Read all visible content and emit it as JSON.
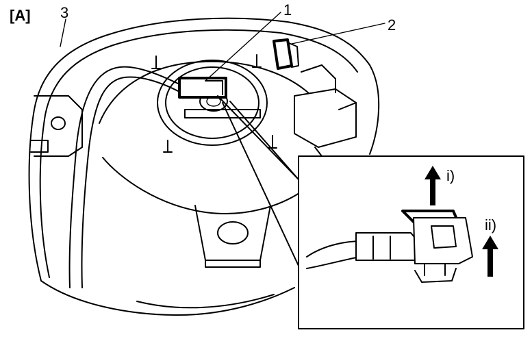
{
  "figure_label": "[A]",
  "callouts": {
    "one": "1",
    "two": "2",
    "three": "3"
  },
  "inset": {
    "step_i": "i)",
    "step_ii": "ii)"
  },
  "colors": {
    "line": "#000000",
    "background": "#ffffff"
  }
}
